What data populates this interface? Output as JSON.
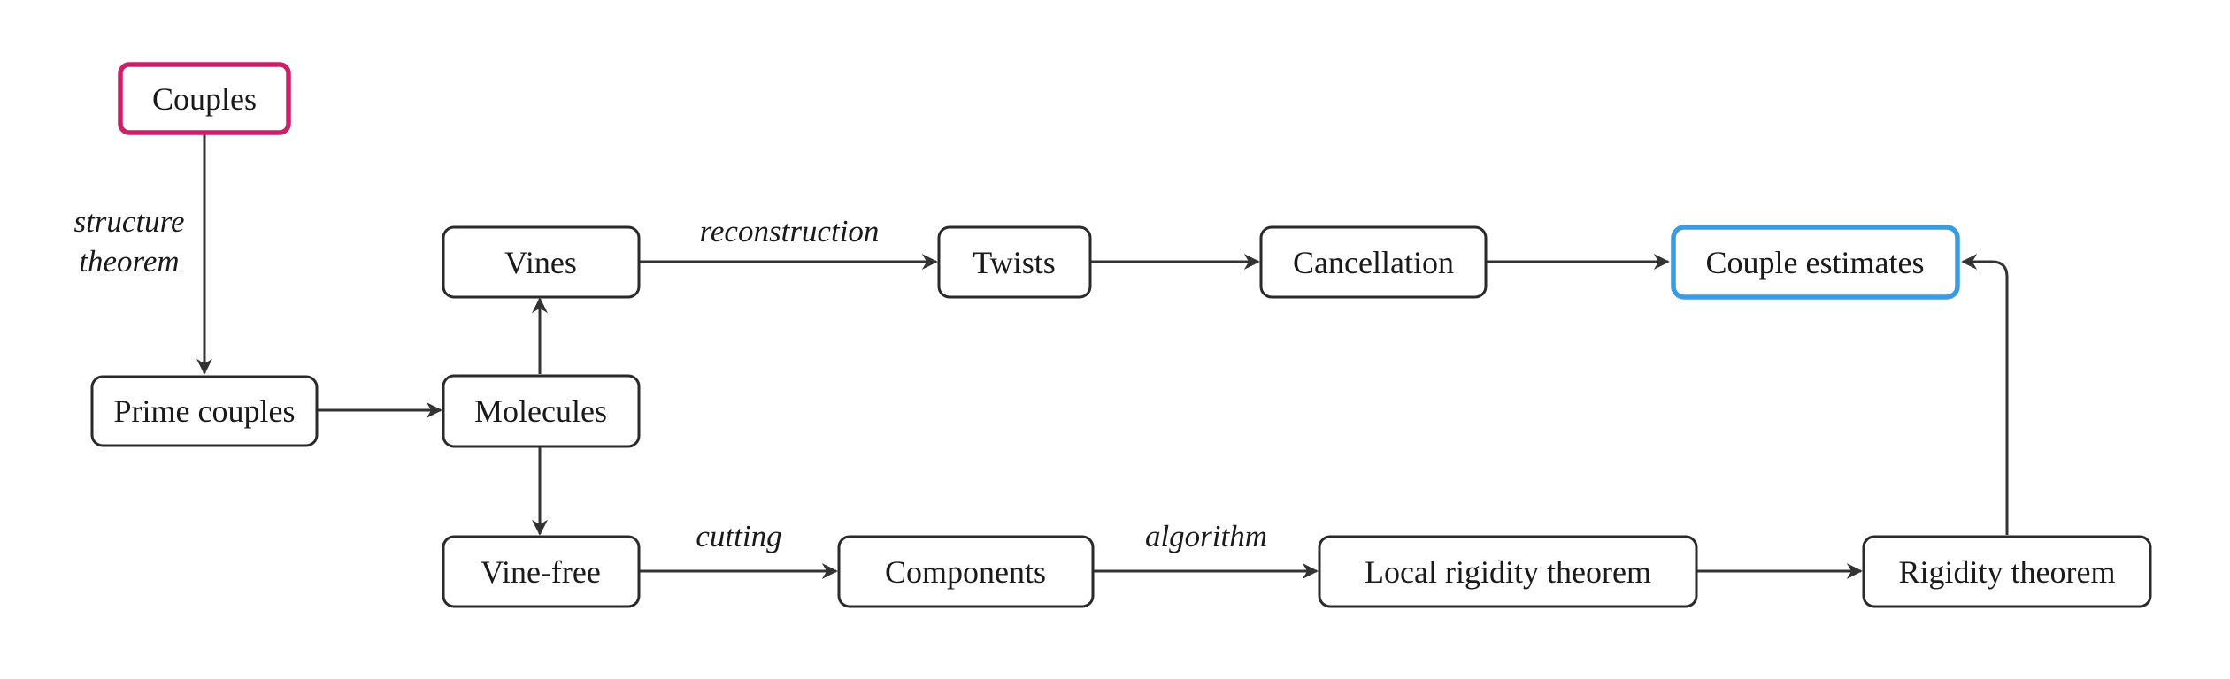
{
  "diagram": {
    "nodes": {
      "couples": "Couples",
      "prime_couples": "Prime couples",
      "molecules": "Molecules",
      "vines": "Vines",
      "vine_free": "Vine-free",
      "twists": "Twists",
      "cancellation": "Cancellation",
      "couple_estimates": "Couple estimates",
      "components": "Components",
      "local_rigidity": "Local rigidity theorem",
      "rigidity": "Rigidity theorem"
    },
    "edge_labels": {
      "structure_line1": "structure",
      "structure_line2": "theorem",
      "reconstruction": "reconstruction",
      "cutting": "cutting",
      "algorithm": "algorithm"
    },
    "colors": {
      "start_border": "#cc1f6a",
      "goal_border": "#3a9be0",
      "line": "#333333"
    }
  }
}
